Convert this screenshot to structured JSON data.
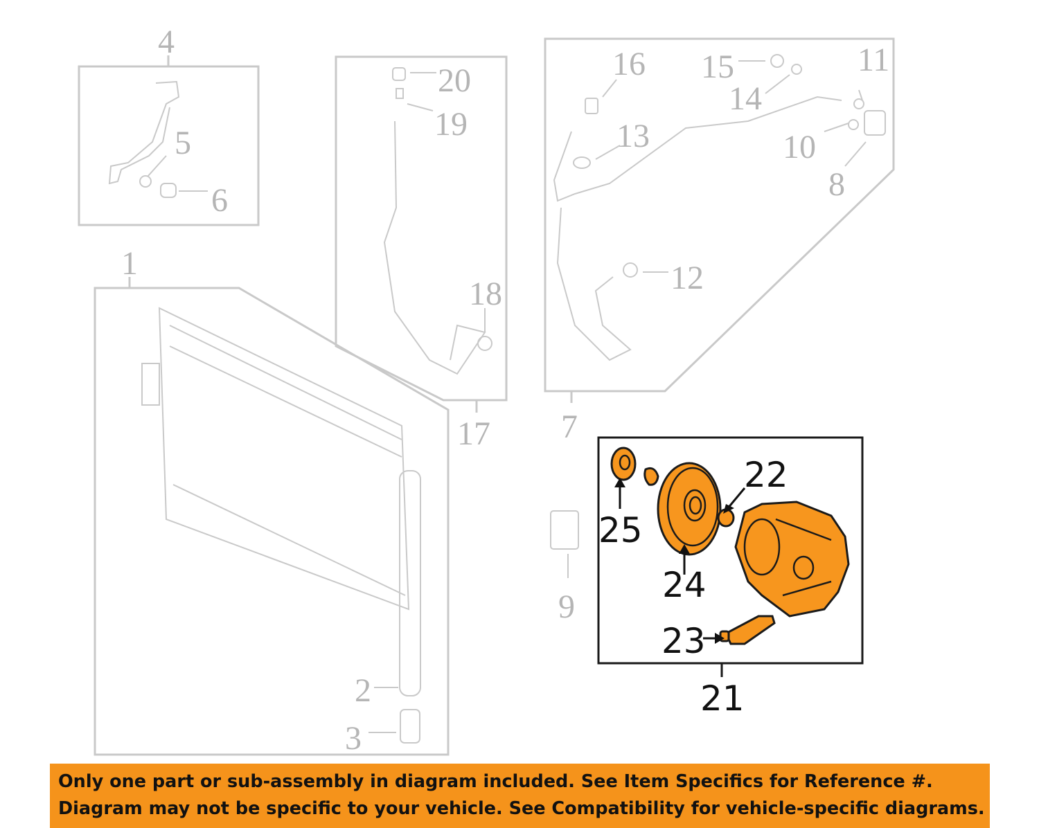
{
  "callouts": {
    "c1": "1",
    "c2": "2",
    "c3": "3",
    "c4": "4",
    "c5": "5",
    "c6": "6",
    "c7": "7",
    "c8": "8",
    "c9": "9",
    "c10": "10",
    "c11": "11",
    "c12": "12",
    "c13": "13",
    "c14": "14",
    "c15": "15",
    "c16": "16",
    "c17": "17",
    "c18": "18",
    "c19": "19",
    "c20": "20",
    "c21": "21",
    "c22": "22",
    "c23": "23",
    "c24": "24",
    "c25": "25"
  },
  "colors": {
    "highlight": "#f7961e",
    "banner": "#f5931b",
    "muted": "#c9c9c9"
  },
  "banner": {
    "line1": "Only one part or sub-assembly in diagram included. See Item Specifics for Reference #.",
    "line2": "Diagram may not be specific to your vehicle. See Compatibility for vehicle-specific diagrams."
  }
}
